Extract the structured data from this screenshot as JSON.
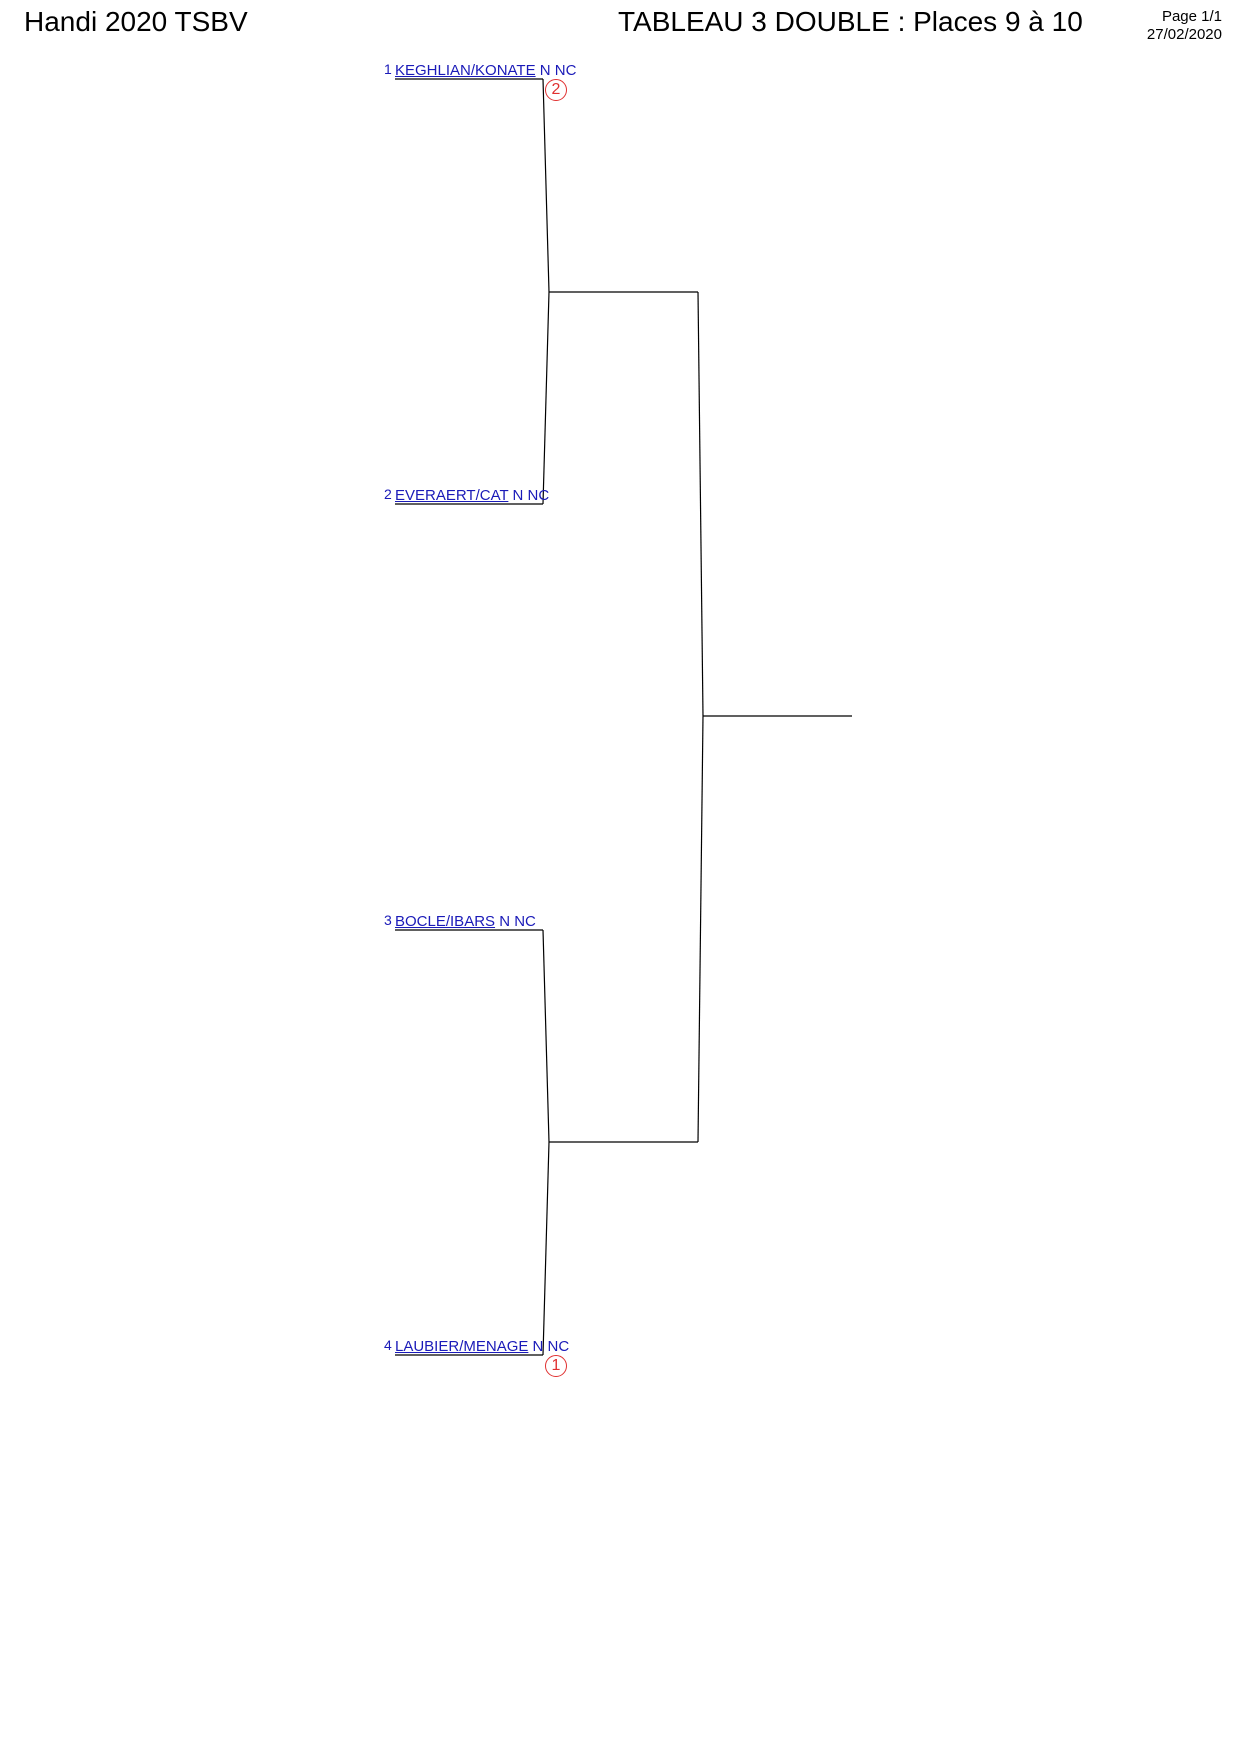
{
  "header": {
    "left_title": "Handi 2020 TSBV",
    "main_title": "TABLEAU 3 DOUBLE : Places 9 à 10",
    "page": "Page 1/1",
    "date": "27/02/2020"
  },
  "entries": [
    {
      "seed": "1",
      "names": "KEGHLIAN/KONATE",
      "rank": "N NC",
      "badge": "2"
    },
    {
      "seed": "2",
      "names": "EVERAERT/CAT",
      "rank": "N NC"
    },
    {
      "seed": "3",
      "names": "BOCLE/IBARS",
      "rank": "N NC"
    },
    {
      "seed": "4",
      "names": "LAUBIER/MENAGE",
      "rank": "N NC",
      "badge": "1"
    }
  ],
  "colors": {
    "entry_text": "#1a1ab8",
    "badge": "#e03030",
    "lines": "#000000"
  }
}
